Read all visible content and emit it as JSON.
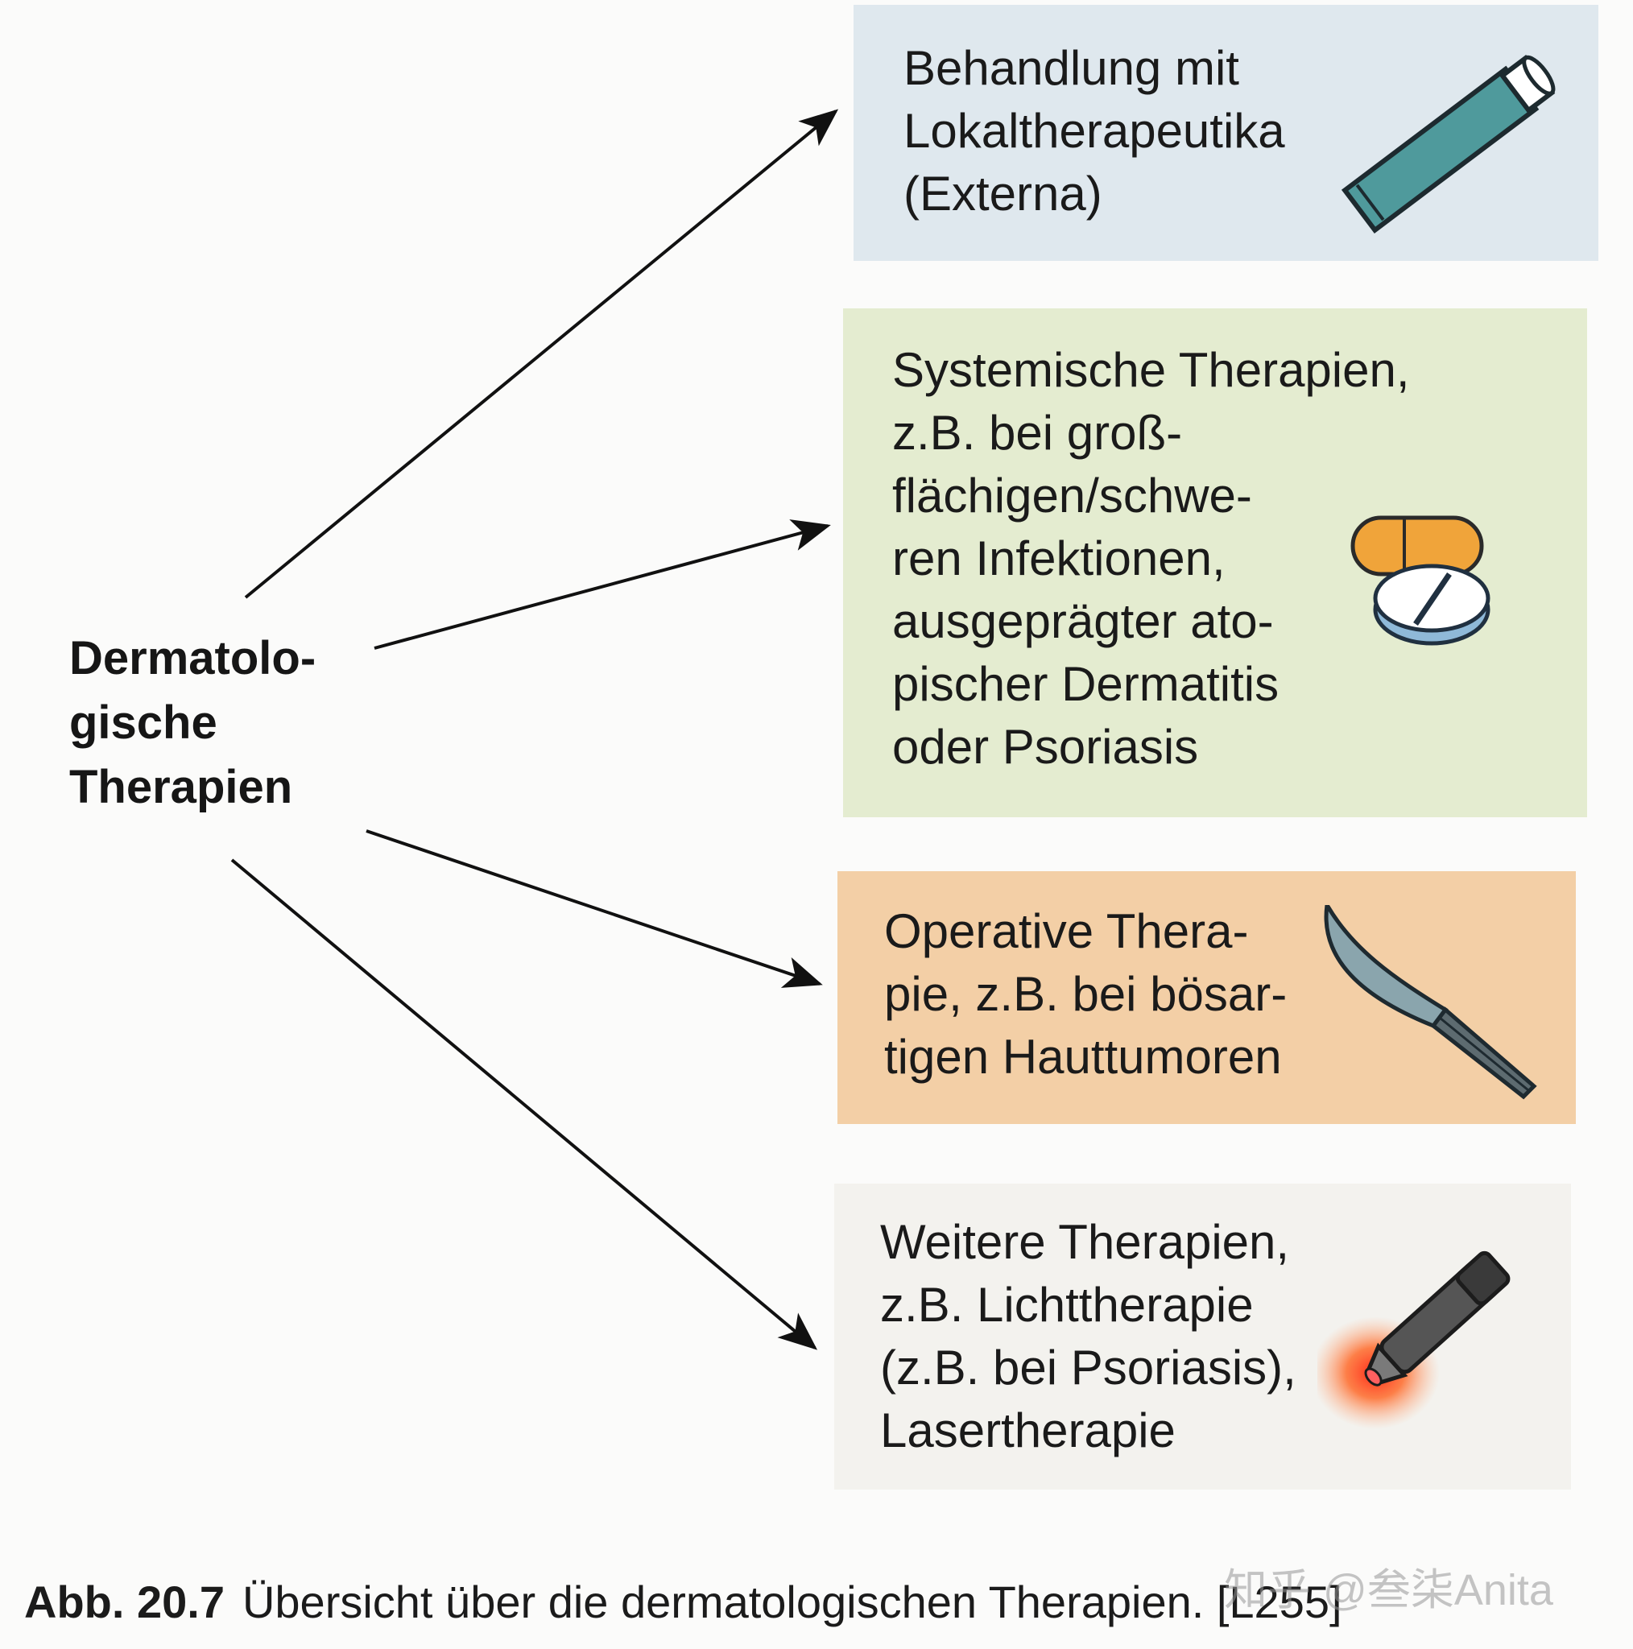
{
  "diagram": {
    "source": {
      "lines": [
        "Dermatolo-",
        "gische",
        "Therapien"
      ]
    },
    "targets": [
      {
        "id": "local",
        "lines": [
          "Behandlung mit",
          "Lokaltherapeutika",
          "(Externa)"
        ],
        "icon": "ointment-tube-icon",
        "color": "#dfe8ee"
      },
      {
        "id": "systemic",
        "lines": [
          "Systemische Therapien,",
          "z.B. bei groß-",
          "flächigen/schwe-",
          "ren Infektionen,",
          "ausgeprägter ato-",
          "pischer Dermatitis",
          "oder Psoriasis"
        ],
        "icon": "pills-icon",
        "color": "#e4ecd0"
      },
      {
        "id": "operative",
        "lines": [
          "Operative Thera-",
          "pie, z.B. bei bösar-",
          "tigen Hauttumoren"
        ],
        "icon": "scalpel-icon",
        "color": "#f3cfa6"
      },
      {
        "id": "further",
        "lines": [
          "Weitere Therapien,",
          "z.B. Lichttherapie",
          "(z.B. bei Psoriasis),",
          "Lasertherapie"
        ],
        "icon": "laser-pen-icon",
        "color": "#f3f2ee"
      }
    ]
  },
  "caption": {
    "label": "Abb. 20.7",
    "text": "Übersicht über die dermatologischen Therapien. [L255]"
  },
  "watermark": "知乎 @叁柒Anita"
}
